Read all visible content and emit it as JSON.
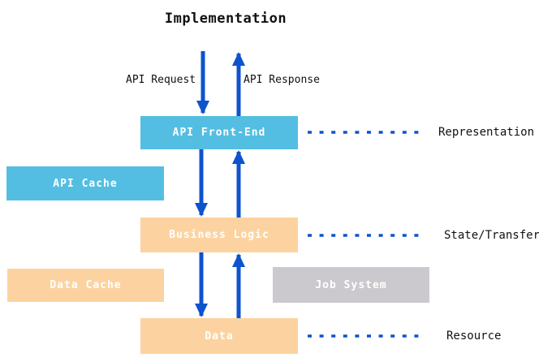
{
  "title": "Implementation",
  "flow_labels": {
    "request": "API Request",
    "response": "API Response"
  },
  "boxes": {
    "api_front_end": "API Front-End",
    "api_cache": "API Cache",
    "business_logic": "Business Logic",
    "data_cache": "Data Cache",
    "job_system": "Job System",
    "data": "Data"
  },
  "layer_labels": {
    "representation": "Representation",
    "state_transfer": "State/Transfer",
    "resource": "Resource"
  },
  "colors": {
    "cyan_box": "#53bee2",
    "orange_box": "#fcd3a0",
    "gray_box": "#cbc9cd",
    "arrow_blue": "#0e53ce",
    "box_text": "#ffffff",
    "label_text": "#111111",
    "background": "#ffffff"
  }
}
